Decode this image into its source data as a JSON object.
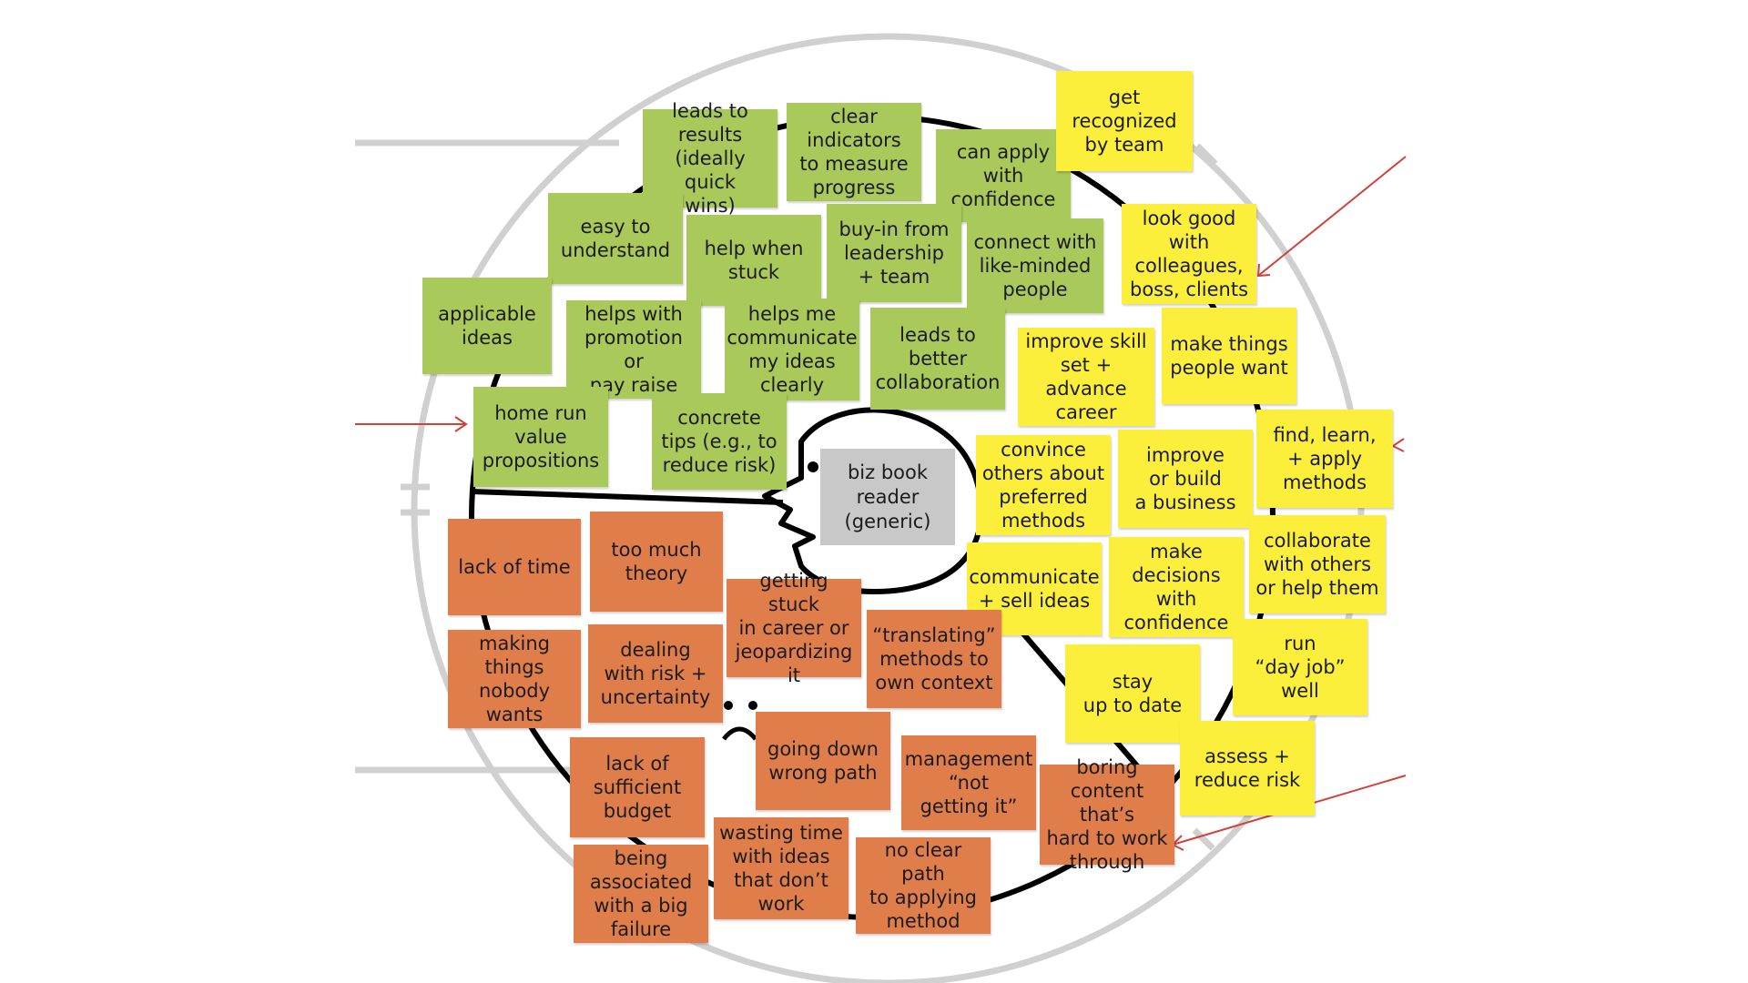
{
  "center": {
    "label": "biz book\nreader\n(generic)"
  },
  "colors": {
    "green": "#a9c95a",
    "yellow": "#fbef3c",
    "orange": "#e07e4b",
    "pointer": "#d2403b",
    "ring": "#d0d0d0",
    "line": "#000000",
    "card": "#c8c8c8"
  },
  "gains_notes": [
    "leads to\nresults\n(ideally quick\nwins)",
    "clear\nindicators\nto measure\nprogress",
    "can apply\nwith\nconfidence",
    "easy to\nunderstand",
    "help when\nstuck",
    "buy-in from\nleadership\n+ team",
    "connect with\nlike-minded\npeople",
    "applicable\nideas",
    "helps with\npromotion or\npay raise",
    "helps me\ncommunicate\nmy ideas\nclearly",
    "leads to\nbetter\ncollaboration",
    "home run\nvalue\npropositions",
    "concrete\ntips (e.g., to\nreduce risk)"
  ],
  "jobs_notes": [
    "get\nrecognized\nby team",
    "look good\nwith\ncolleagues,\nboss, clients",
    "improve skill\nset + advance\ncareer",
    "make things\npeople want",
    "convince\nothers about\npreferred\nmethods",
    "improve\nor build\na business",
    "find, learn,\n+ apply\nmethods",
    "communicate\n+ sell ideas",
    "make\ndecisions\nwith\nconfidence",
    "collaborate\nwith others\nor help them",
    "stay\nup to date",
    "run\n“day job”\nwell",
    "assess +\nreduce risk"
  ],
  "pains_notes": [
    "lack of time",
    "too much\ntheory",
    "getting stuck\nin career or\njeopardizing\nit",
    "making\nthings\nnobody\nwants",
    "dealing\nwith risk +\nuncertainty",
    "“translating”\nmethods to\nown context",
    "going down\nwrong path",
    "lack of\nsufficient\nbudget",
    "management\n“not\ngetting it”",
    "boring\ncontent that’s\nhard to work\nthrough",
    "wasting time\nwith ideas\nthat don’t\nwork",
    "being\nassociated\nwith a big\nfailure",
    "no clear path\nto applying\nmethod"
  ]
}
